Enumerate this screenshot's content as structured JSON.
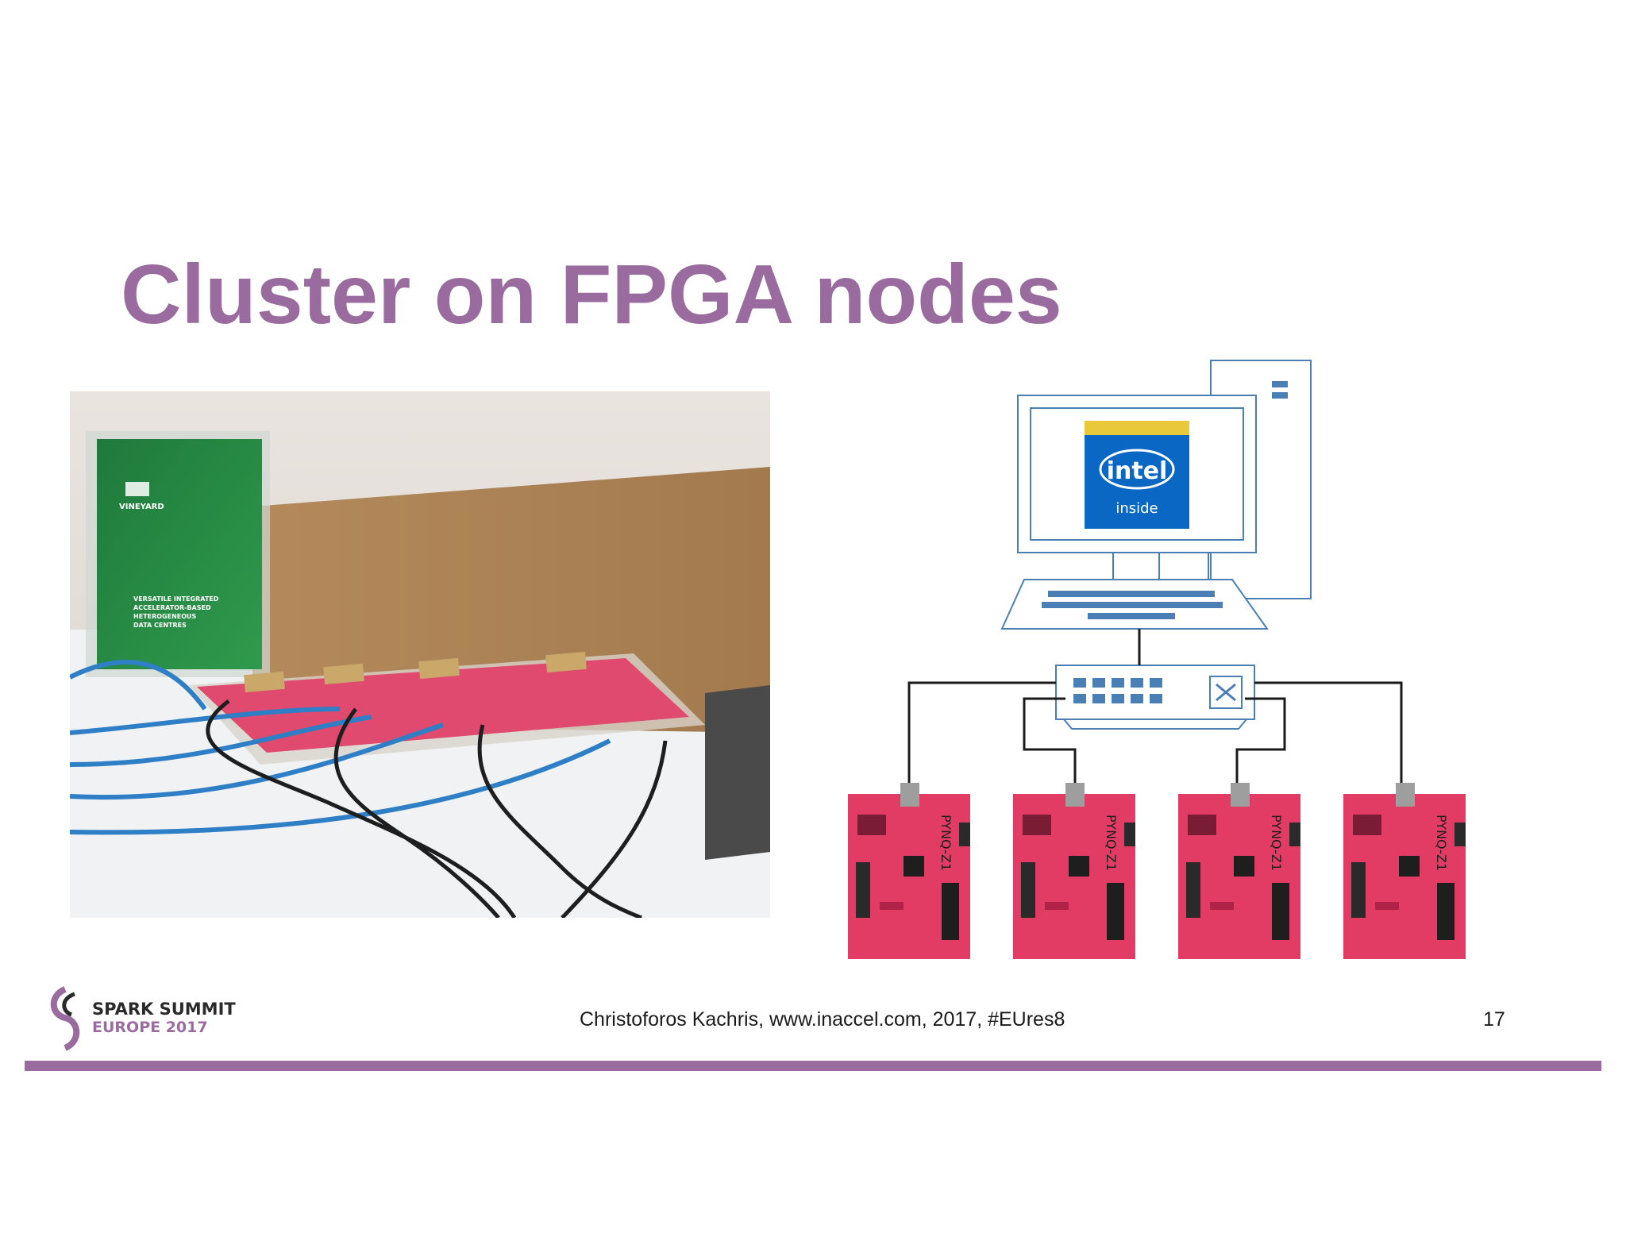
{
  "slide": {
    "title": "Cluster on FPGA nodes",
    "footer_text": "Christoforos Kachris, www.inaccel.com, 2017, #EUres8",
    "page_number": "17"
  },
  "logo": {
    "line1": "SPARK SUMMIT",
    "line2": "EUROPE 2017",
    "color": "#9a6b9e"
  },
  "photo": {
    "sign_brand": "VINEYARD",
    "sign_text": [
      "VERSATILE INTEGRATED",
      "ACCELERATOR-BASED",
      "HETEROGENEOUS",
      "DATA CENTRES"
    ]
  },
  "diagram": {
    "cpu_badge": {
      "word": "intel",
      "sub": "inside"
    },
    "board_label": "PYNQ-Z1",
    "board_count": 4
  },
  "colors": {
    "accent": "#9a6b9e",
    "diagram_line": "#4a7fb5",
    "intel_blue": "#0a68c4",
    "board_pink": "#e23c64"
  }
}
